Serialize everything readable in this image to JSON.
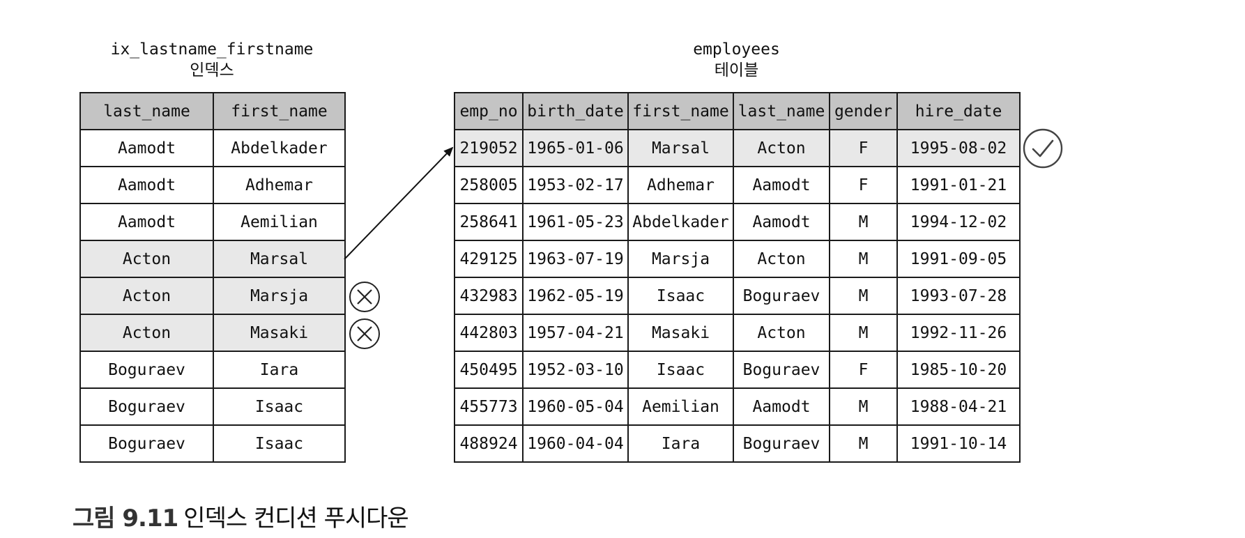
{
  "index": {
    "title_line1": "ix_lastname_firstname",
    "title_line2": "인덱스",
    "headers": [
      "last_name",
      "first_name"
    ],
    "rows": [
      {
        "last_name": "Aamodt",
        "first_name": "Abdelkader",
        "highlighted": false
      },
      {
        "last_name": "Aamodt",
        "first_name": "Adhemar",
        "highlighted": false
      },
      {
        "last_name": "Aamodt",
        "first_name": "Aemilian",
        "highlighted": false
      },
      {
        "last_name": "Acton",
        "first_name": "Marsal",
        "highlighted": true
      },
      {
        "last_name": "Acton",
        "first_name": "Marsja",
        "highlighted": true
      },
      {
        "last_name": "Acton",
        "first_name": "Masaki",
        "highlighted": true
      },
      {
        "last_name": "Boguraev",
        "first_name": "Iara",
        "highlighted": false
      },
      {
        "last_name": "Boguraev",
        "first_name": "Isaac",
        "highlighted": false
      },
      {
        "last_name": "Boguraev",
        "first_name": "Isaac",
        "highlighted": false
      }
    ]
  },
  "employees": {
    "title_line1": "employees",
    "title_line2": "테이블",
    "headers": [
      "emp_no",
      "birth_date",
      "first_name",
      "last_name",
      "gender",
      "hire_date"
    ],
    "rows": [
      [
        "219052",
        "1965-01-06",
        "Marsal",
        "Acton",
        "F",
        "1995-08-02"
      ],
      [
        "258005",
        "1953-02-17",
        "Adhemar",
        "Aamodt",
        "F",
        "1991-01-21"
      ],
      [
        "258641",
        "1961-05-23",
        "Abdelkader",
        "Aamodt",
        "M",
        "1994-12-02"
      ],
      [
        "429125",
        "1963-07-19",
        "Marsja",
        "Acton",
        "M",
        "1991-09-05"
      ],
      [
        "432983",
        "1962-05-19",
        "Isaac",
        "Boguraev",
        "M",
        "1993-07-28"
      ],
      [
        "442803",
        "1957-04-21",
        "Masaki",
        "Acton",
        "M",
        "1992-11-26"
      ],
      [
        "450495",
        "1952-03-10",
        "Isaac",
        "Boguraev",
        "F",
        "1985-10-20"
      ],
      [
        "455773",
        "1960-05-04",
        "Aemilian",
        "Aamodt",
        "M",
        "1988-04-21"
      ],
      [
        "488924",
        "1960-04-04",
        "Iara",
        "Boguraev",
        "M",
        "1991-10-14"
      ]
    ],
    "highlighted_row": 0
  },
  "marks": {
    "index_rejected_rows": [
      4,
      5
    ],
    "employees_matched_rows": [
      0
    ],
    "reject_icon": "circle-x-icon",
    "match_icon": "circle-check-icon"
  },
  "colors": {
    "header_bg": "#c4c4c4",
    "highlight_bg": "#e8e8e8",
    "border": "#1a1a1a"
  },
  "caption": {
    "figure_number": "그림 9.11",
    "text": "인덱스 컨디션 푸시다운"
  }
}
